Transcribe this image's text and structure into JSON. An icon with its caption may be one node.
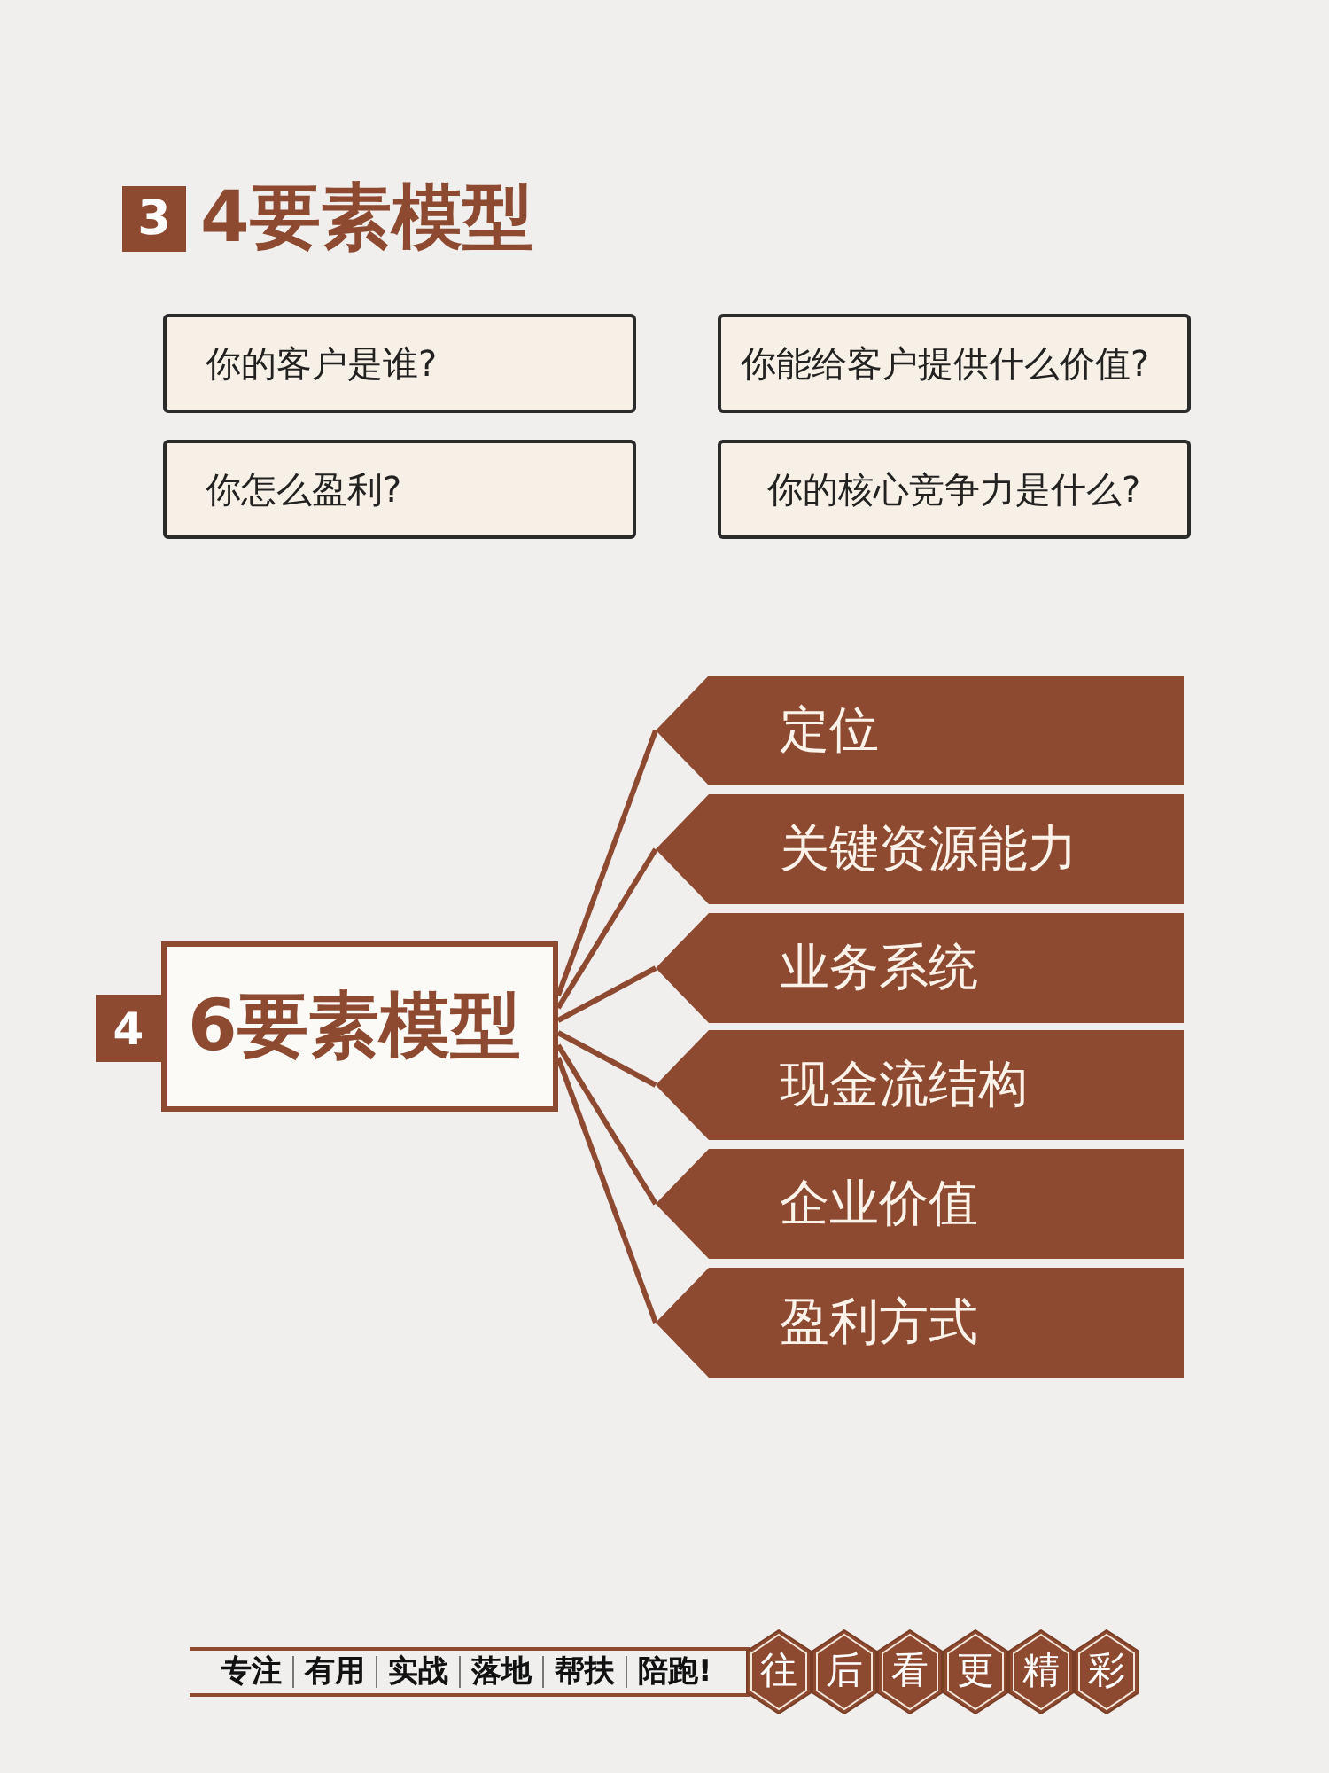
{
  "diagram": {
    "nodes": [
      {
        "text": [
          "3"
        ],
        "beside": [
          "4要素模型"
        ]
      },
      {
        "text": [
          "你的客户是谁?"
        ]
      },
      {
        "text": [
          "你能给客户提供什么价值?"
        ]
      },
      {
        "text": [
          "你怎么盈利?"
        ]
      },
      {
        "text": [
          "你的核心竞争力是什么?"
        ]
      },
      {
        "text": [
          "4"
        ]
      },
      {
        "text": [
          "6要素模型"
        ]
      },
      {
        "text": [
          "定位"
        ]
      },
      {
        "text": [
          "关键资源能力"
        ]
      },
      {
        "text": [
          "业务系统"
        ]
      },
      {
        "text": [
          "现金流结构"
        ]
      },
      {
        "text": [
          "企业价值"
        ]
      },
      {
        "text": [
          "盈利方式"
        ]
      },
      {
        "text": [
          "专注",
          "有用",
          "实战",
          "落地",
          "帮扶",
          "陪跑!"
        ]
      },
      {
        "text": [
          "往"
        ]
      },
      {
        "text": [
          "后"
        ]
      },
      {
        "text": [
          "看"
        ]
      },
      {
        "text": [
          "更"
        ]
      },
      {
        "text": [
          "精"
        ]
      },
      {
        "text": [
          "彩"
        ]
      }
    ],
    "edges": [
      {
        "from": 6,
        "to": 7,
        "arrow": "none"
      },
      {
        "from": 6,
        "to": 8,
        "arrow": "none"
      },
      {
        "from": 6,
        "to": 9,
        "arrow": "none"
      },
      {
        "from": 6,
        "to": 10,
        "arrow": "none"
      },
      {
        "from": 6,
        "to": 11,
        "arrow": "none"
      },
      {
        "from": 6,
        "to": 12,
        "arrow": "none"
      }
    ]
  }
}
